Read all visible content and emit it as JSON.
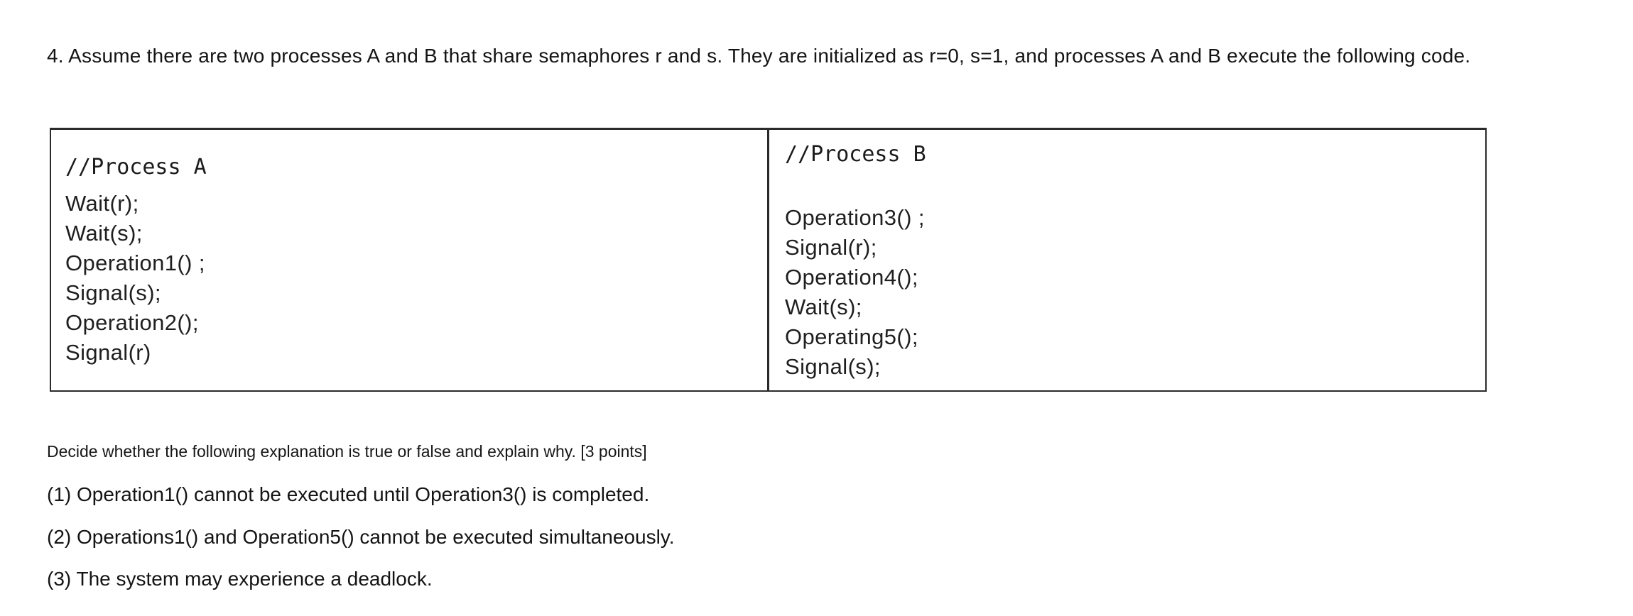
{
  "question": {
    "title": "4. Assume there are two processes A and B that share semaphores r and s. They are initialized as r=0, s=1, and processes A and B execute the following code."
  },
  "code_table": {
    "process_a": {
      "header": "//Process A",
      "lines": [
        "Wait(r);",
        "Wait(s);",
        "Operation1() ;",
        "Signal(s);",
        "Operation2();",
        "Signal(r)"
      ]
    },
    "process_b": {
      "header": "//Process B",
      "lines": [
        "Operation3() ;",
        "Signal(r);",
        "Operation4();",
        "Wait(s);",
        "Operating5();",
        "Signal(s);"
      ]
    }
  },
  "instruction": "Decide whether the following explanation is true or false and explain why. [3 points]",
  "statements": [
    "(1) Operation1() cannot be executed until Operation3() is completed.",
    "(2) Operations1() and Operation5() cannot be executed simultaneously.",
    "(3) The system may experience a deadlock."
  ],
  "colors": {
    "background": "#ffffff",
    "text": "#1b1b1b",
    "table_border": "#2a2a2a"
  }
}
